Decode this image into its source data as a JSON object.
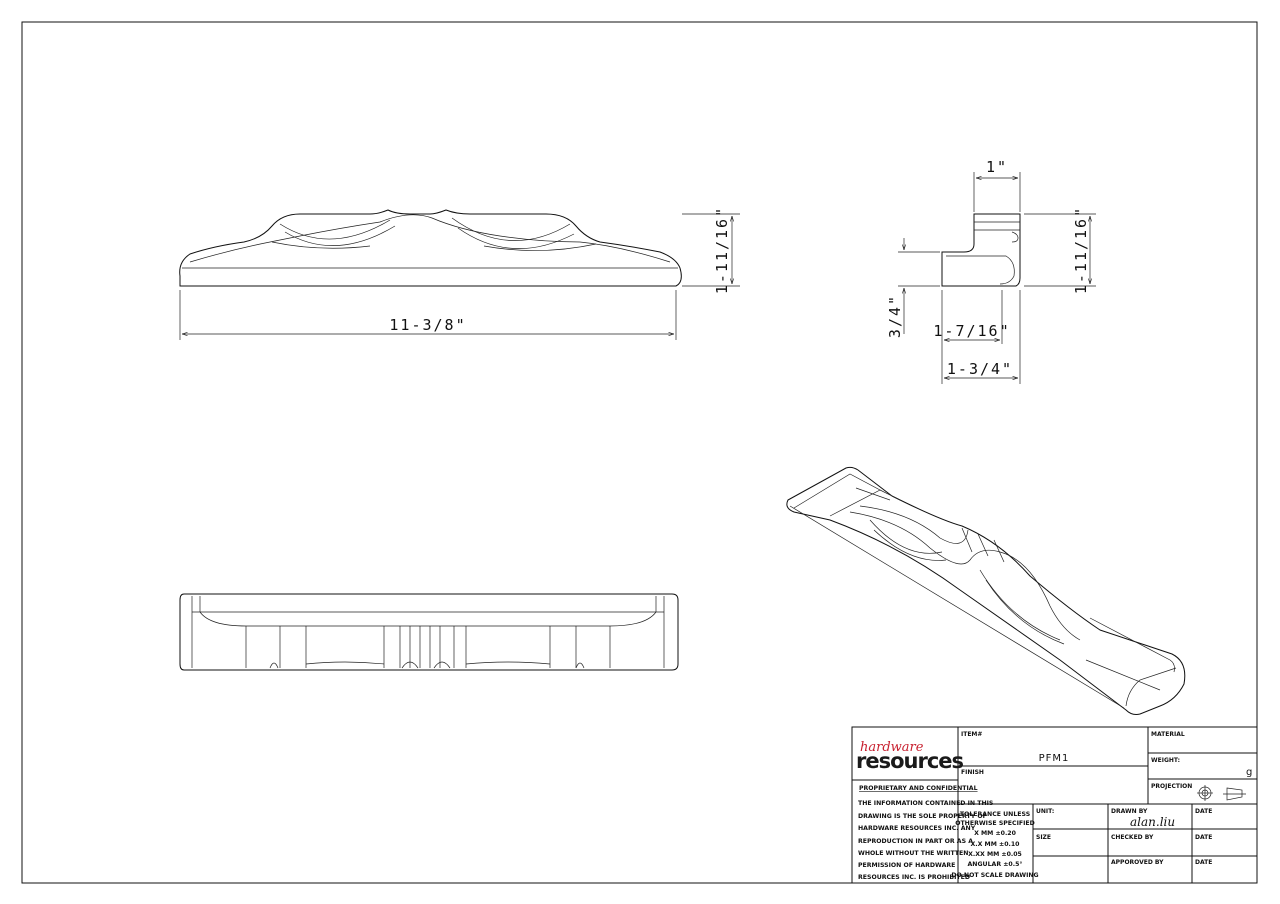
{
  "dimensions": {
    "overall_length": "11-3/8\"",
    "height_front": "1-11/16\"",
    "side_top_width": "1\"",
    "side_height": "1-11/16\"",
    "side_lower": "3/4\"",
    "side_mid_width": "1-7/16\"",
    "side_base_width": "1-3/4\""
  },
  "title_block": {
    "logo_top": "hardware",
    "logo_bottom": "resources",
    "proprietary_heading": "PROPRIETARY AND CONFIDENTIAL",
    "proprietary_lines": [
      "THE INFORMATION CONTAINED IN THIS",
      "DRAWING IS THE SOLE PROPERTY OF",
      "HARDWARE RESOURCES INC. ANY",
      "REPRODUCTION IN PART OR AS A",
      "WHOLE WITHOUT THE WRITTEN",
      "PERMISSION OF HARDWARE",
      "RESOURCES INC. IS PROHIBITED"
    ],
    "item_label": "ITEM#",
    "item_value": "PFM1",
    "finish_label": "FINISH",
    "material_label": "MATERIAL",
    "weight_label": "WEIGHT:",
    "weight_unit": "g",
    "projection_label": "PROJECTION",
    "tolerance_lines": [
      "TOLERANCE UNLESS",
      "OTHERWISE SPECIFIED",
      "X    MM    ±0.20",
      "X.X  MM    ±0.10",
      "X.XX  MM   ±0.05",
      "ANGULAR    ±0.5°",
      "DO NOT SCALE DRAWING"
    ],
    "unit_label": "UNIT:",
    "size_label": "SIZE",
    "drawn_by_label": "DRAWN BY",
    "drawn_by_value": "alan.liu",
    "checked_by_label": "CHECKED BY",
    "approved_by_label": "APPOROVED BY",
    "date_label": "DATE"
  },
  "colors": {
    "line": "#111111",
    "logo_red": "#c8202f",
    "logo_dark": "#1a1a1a"
  }
}
